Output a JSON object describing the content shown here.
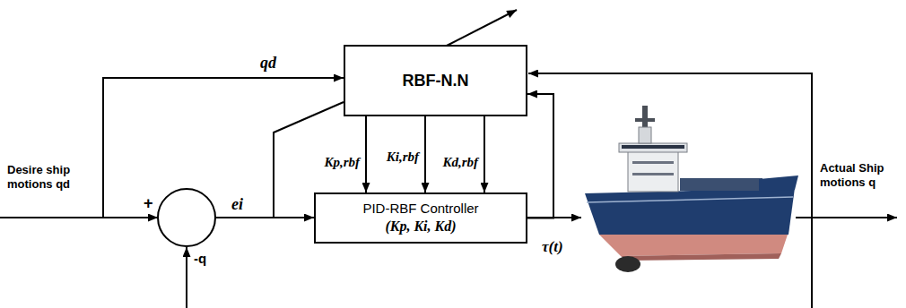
{
  "diagram": {
    "nodes": [
      {
        "text": [
          "RBF-N.N"
        ]
      },
      {
        "text": [
          "PID-RBF Controller",
          "(Kp, Ki, Kd)"
        ]
      }
    ],
    "edges": [
      {
        "from": 0,
        "to": 1,
        "arrow": "to",
        "label": "Kp,rbf"
      },
      {
        "from": 0,
        "to": 1,
        "arrow": "to",
        "label": "Ki,rbf"
      },
      {
        "from": 0,
        "to": 1,
        "arrow": "to",
        "label": "Kd,rbf"
      },
      {
        "from": 1,
        "to": 0,
        "arrow": "to"
      }
    ],
    "labels": [
      "qd",
      "Desire ship motions qd",
      "+",
      "ei",
      "-q",
      "τ(t)",
      "Actual Ship motions q"
    ]
  }
}
